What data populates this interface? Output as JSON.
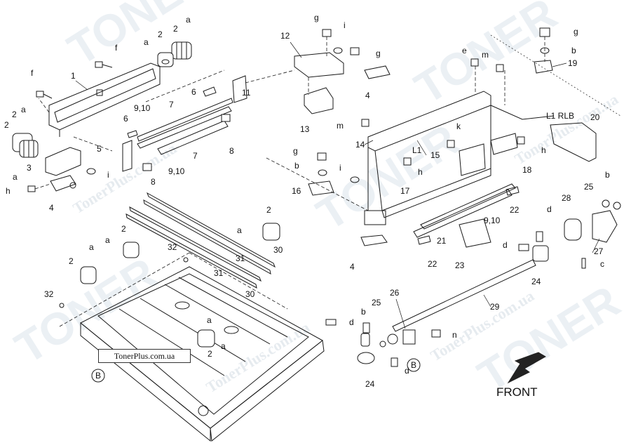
{
  "watermark": {
    "big_text": "TONER",
    "site_text": "TonerPlus.com.ua"
  },
  "site_label": "TonerPlus.com.ua",
  "front_label": "FRONT",
  "callouts": {
    "c1": "1",
    "c2a": "2",
    "c2b": "2",
    "c2c": "2",
    "c2d": "2",
    "c2e": "2",
    "c2f": "2",
    "c2g": "2",
    "c2h": "2",
    "c3": "3",
    "c4a": "4",
    "c4b": "4",
    "c4c": "4",
    "c5": "5",
    "c6a": "6",
    "c6b": "6",
    "c7a": "7",
    "c7b": "7",
    "c8a": "8",
    "c8b": "8",
    "c910a": "9,10",
    "c910b": "9,10",
    "c910c": "9,10",
    "c11": "11",
    "c12": "12",
    "c13": "13",
    "c14": "14",
    "c15": "15",
    "c16": "16",
    "c17": "17",
    "c18": "18",
    "c19": "19",
    "c20": "20",
    "c21": "21",
    "c22a": "22",
    "c22b": "22",
    "c23": "23",
    "c24a": "24",
    "c24b": "24",
    "c25a": "25",
    "c25b": "25",
    "c26": "26",
    "c27": "27",
    "c28": "28",
    "c29": "29",
    "c30a": "30",
    "c30b": "30",
    "c31a": "31",
    "c31b": "31",
    "c32a": "32",
    "c32b": "32",
    "l1a": "L1",
    "l1rlb": "L1 RLB",
    "la1": "a",
    "la2": "a",
    "la3": "a",
    "la4": "a",
    "la5": "a",
    "la6": "a",
    "la7": "a",
    "la8": "a",
    "la9": "a",
    "lb1": "b",
    "lb2": "b",
    "lb3": "b",
    "lb4": "b",
    "lc1": "c",
    "ld1": "d",
    "ld2": "d",
    "ld3": "d",
    "ld4": "d",
    "le1": "e",
    "lf1": "f",
    "lf2": "f",
    "lg1": "g",
    "lg2": "g",
    "lg3": "g",
    "lg4": "g",
    "lh1": "h",
    "lh2": "h",
    "lh3": "h",
    "li1": "i",
    "li2": "i",
    "li3": "i",
    "lk1": "k",
    "lm1": "m",
    "lm2": "m",
    "ln1": "n",
    "lB1": "B",
    "lB2": "B"
  }
}
